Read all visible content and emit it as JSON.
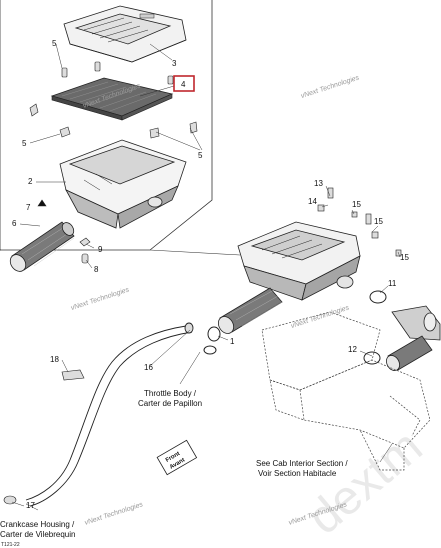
{
  "diagram": {
    "callouts": {
      "c1": "1",
      "c2": "2",
      "c3": "3",
      "c4": "4",
      "c5a": "5",
      "c5b": "5",
      "c5c": "5",
      "c6": "6",
      "c7": "7",
      "c8": "8",
      "c9": "9",
      "c11": "11",
      "c12": "12",
      "c13": "13",
      "c14": "14",
      "c15a": "15",
      "c15b": "15",
      "c15c": "15",
      "c16": "16",
      "c17": "17",
      "c18": "18"
    },
    "labels": {
      "throttle_1": "Throttle Body /",
      "throttle_2": "Carter de Papillon",
      "cab_1": "See Cab Interior Section /",
      "cab_2": "Voir Section Habitacle",
      "crank_1": "Crankcase Housing /",
      "crank_2": "Carter de Vilebrequin",
      "front_1": "Front",
      "front_2": "Avant"
    },
    "watermarks": {
      "w1": "vNext Technologies",
      "big": "dextm"
    },
    "drawing_code": "T121-22",
    "highlight_color": "#c0272d"
  }
}
